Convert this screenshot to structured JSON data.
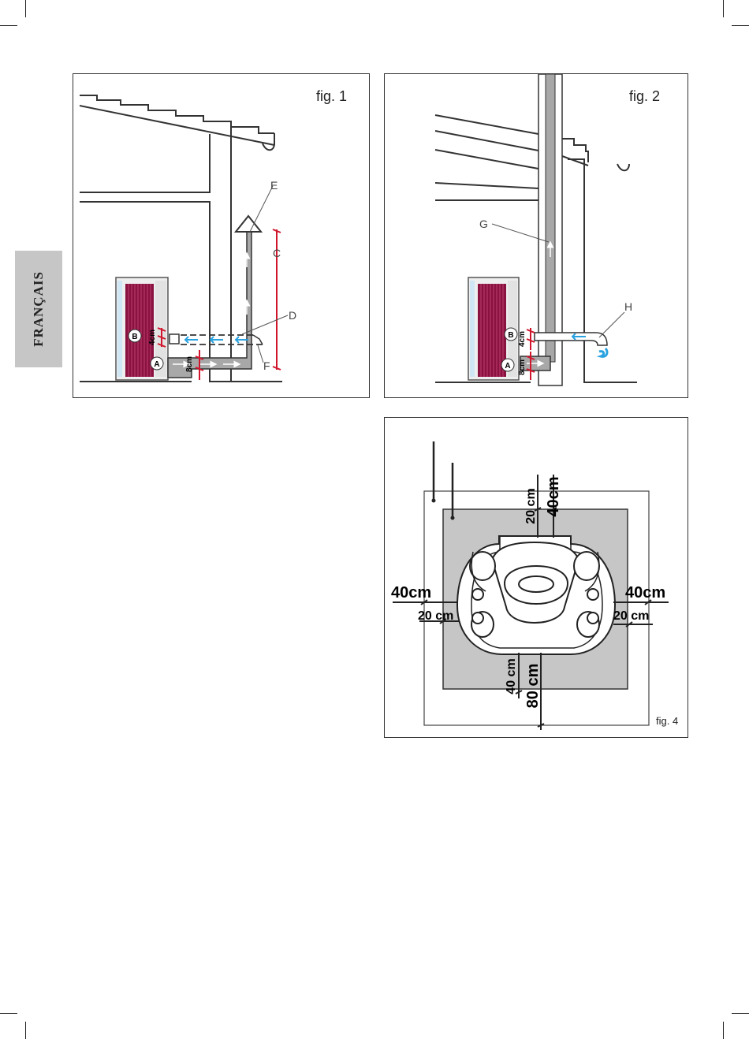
{
  "sidebar": {
    "language": "FRANÇAIS"
  },
  "figures": {
    "fig1": {
      "caption": "fig. 1",
      "labels": {
        "A": "A",
        "B": "B",
        "C": "C",
        "D": "D",
        "E": "E",
        "F": "F"
      },
      "dims": {
        "d4": "4cm",
        "d8": "8cm"
      }
    },
    "fig2": {
      "caption": "fig. 2",
      "labels": {
        "A": "A",
        "B": "B",
        "G": "G",
        "H": "H"
      },
      "dims": {
        "d4": "4cm",
        "d8": "8cm"
      }
    },
    "fig4": {
      "caption": "fig. 4",
      "dims": {
        "top_inner": "20 cm",
        "top_outer": "40cm",
        "left_outer": "40cm",
        "left_inner": "20 cm",
        "right_outer": "40cm",
        "right_inner": "20 cm",
        "bottom_inner": "40 cm",
        "bottom_outer": "80 cm"
      }
    }
  },
  "colors": {
    "accent_red": "#d0162c",
    "arrow_blue": "#2aa2e0",
    "stove_stripe": "#8a1240",
    "gray_fill": "#c6c6c6",
    "duct_fill": "#a8a8a8"
  }
}
